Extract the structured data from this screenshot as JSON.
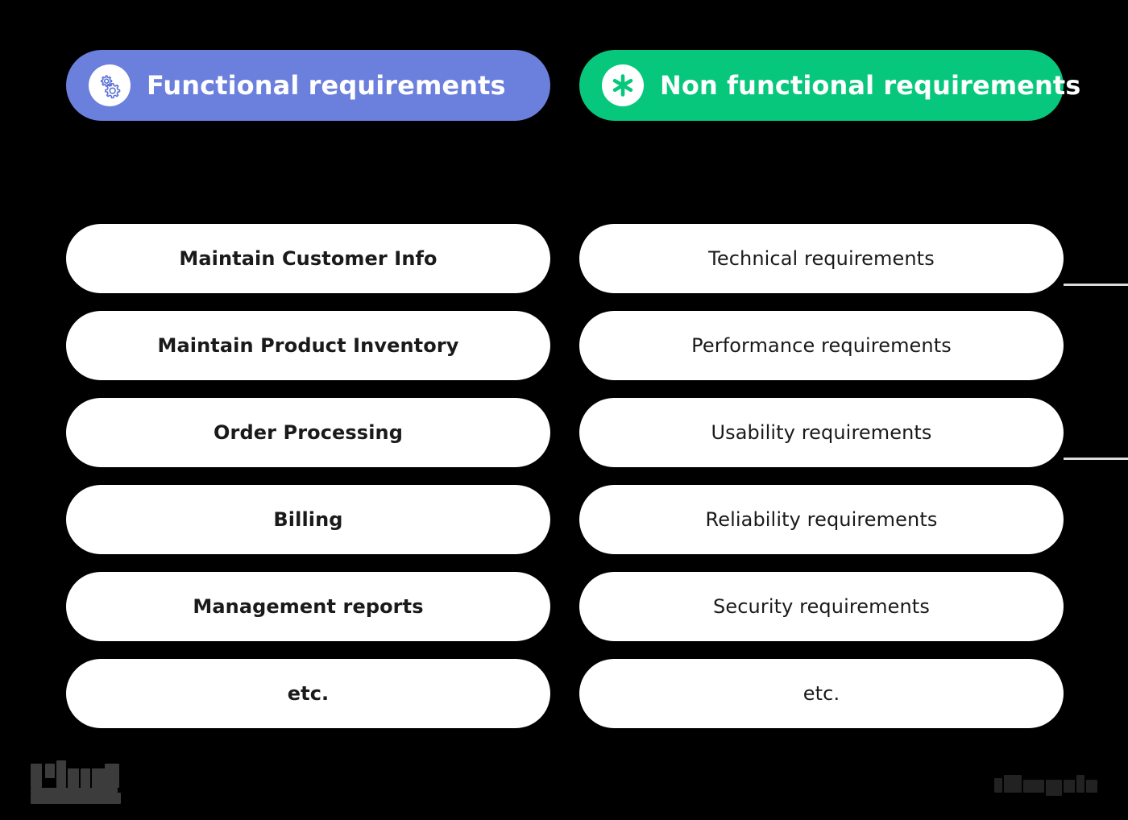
{
  "meta": {
    "background_color": "#000000",
    "card_color": "#ffffff",
    "card_text_color": "#1a1a1a"
  },
  "columns": [
    {
      "id": "functional",
      "header": {
        "label": "Functional requirements",
        "icon": "gears-icon",
        "accent_color": "#6B7FDC",
        "icon_circle_color": "#ffffff",
        "text_color": "#ffffff"
      },
      "items": [
        {
          "label": "Maintain Customer Info"
        },
        {
          "label": "Maintain Product Inventory"
        },
        {
          "label": "Order Processing"
        },
        {
          "label": "Billing"
        },
        {
          "label": "Management reports"
        },
        {
          "label": "etc."
        }
      ]
    },
    {
      "id": "nonfunctional",
      "header": {
        "label": "Non functional requirements",
        "icon": "asterisk-icon",
        "accent_color": "#07C77C",
        "icon_circle_color": "#ffffff",
        "text_color": "#ffffff"
      },
      "items": [
        {
          "label": "Technical requirements"
        },
        {
          "label": "Performance requirements"
        },
        {
          "label": "Usability requirements"
        },
        {
          "label": "Reliability requirements"
        },
        {
          "label": "Security requirements"
        },
        {
          "label": "etc."
        }
      ]
    }
  ],
  "branding": {
    "bottom_left_mark": "",
    "bottom_right_mark": ""
  }
}
